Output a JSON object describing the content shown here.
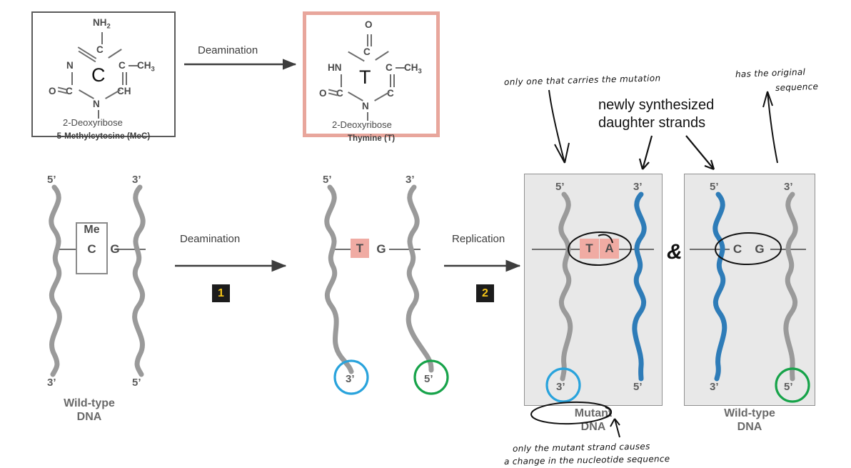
{
  "structures": {
    "mec": {
      "center_letter": "C",
      "top_group": "NH2",
      "left_n": "N",
      "left_c": "C",
      "right_c": "C",
      "methyl": "CH3",
      "ch": "CH",
      "o": "O",
      "bottom_n": "N",
      "sugar": "2-Deoxyribose",
      "caption": "5-Methylcytosine (MeC)",
      "border_color": "#5b5b5b"
    },
    "thymine": {
      "center_letter": "T",
      "top_o": "O",
      "top_c": "C",
      "left_hn": "HN",
      "right_c": "C",
      "methyl": "CH3",
      "lower_c": "C",
      "o": "O",
      "left_c": "C",
      "bottom_n": "N",
      "sugar": "2-Deoxyribose",
      "caption": "Thymine (T)",
      "border_color": "#e8a69c"
    },
    "top_arrow_label": "Deamination"
  },
  "steps": {
    "step1": {
      "label": "Deamination",
      "number": "1"
    },
    "step2": {
      "label": "Replication",
      "number": "2"
    }
  },
  "panels": {
    "wild_left": {
      "caption_line1": "Wild-type",
      "caption_line2": "DNA",
      "top_left_tick": "5’",
      "top_right_tick": "3’",
      "bottom_left_tick": "3’",
      "bottom_right_tick": "5’",
      "base_left_me": "Me",
      "base_left": "C",
      "base_right": "G"
    },
    "deaminated": {
      "top_left_tick": "5’",
      "top_right_tick": "3’",
      "bottom_left_tick": "3’",
      "bottom_right_tick": "5’",
      "base_left": "T",
      "base_right": "G",
      "circled_left_color": "#29a3dc",
      "circled_right_color": "#17a34a"
    },
    "mutant": {
      "caption_line1": "Mutant",
      "caption_line2": "DNA",
      "top_left_tick": "5’",
      "top_right_tick": "3’",
      "bottom_left_tick": "3’",
      "bottom_right_tick": "5’",
      "base_left": "T",
      "base_right": "A",
      "new_strand_side": "right"
    },
    "wild_right": {
      "caption_line1": "Wild-type",
      "caption_line2": "DNA",
      "top_left_tick": "5’",
      "top_right_tick": "3’",
      "bottom_left_tick": "3’",
      "bottom_right_tick": "5’",
      "base_left": "C",
      "base_right": "G",
      "new_strand_side": "left"
    },
    "ampersand": "&"
  },
  "annotations": {
    "printed_daughter": "newly synthesized\ndaughter strands",
    "printed_daughter_line1": "newly synthesized",
    "printed_daughter_line2": "daughter strands",
    "hand_top_left": "only one that carries the mutation",
    "hand_top_right_line1": "has the original",
    "hand_top_right_line2": "sequence",
    "hand_bottom_line1": "only the mutant strand causes",
    "hand_bottom_line2": "a change in the nucleotide sequence"
  },
  "colors": {
    "old_strand": "#9a9a9a",
    "new_strand": "#2e7cb8",
    "highlight_pink": "#f0aba3",
    "panel_bg": "#e8e8e8",
    "badge_bg": "#1c1c1c",
    "badge_fg": "#f5c518",
    "circle_blue": "#29a3dc",
    "circle_green": "#17a34a"
  }
}
